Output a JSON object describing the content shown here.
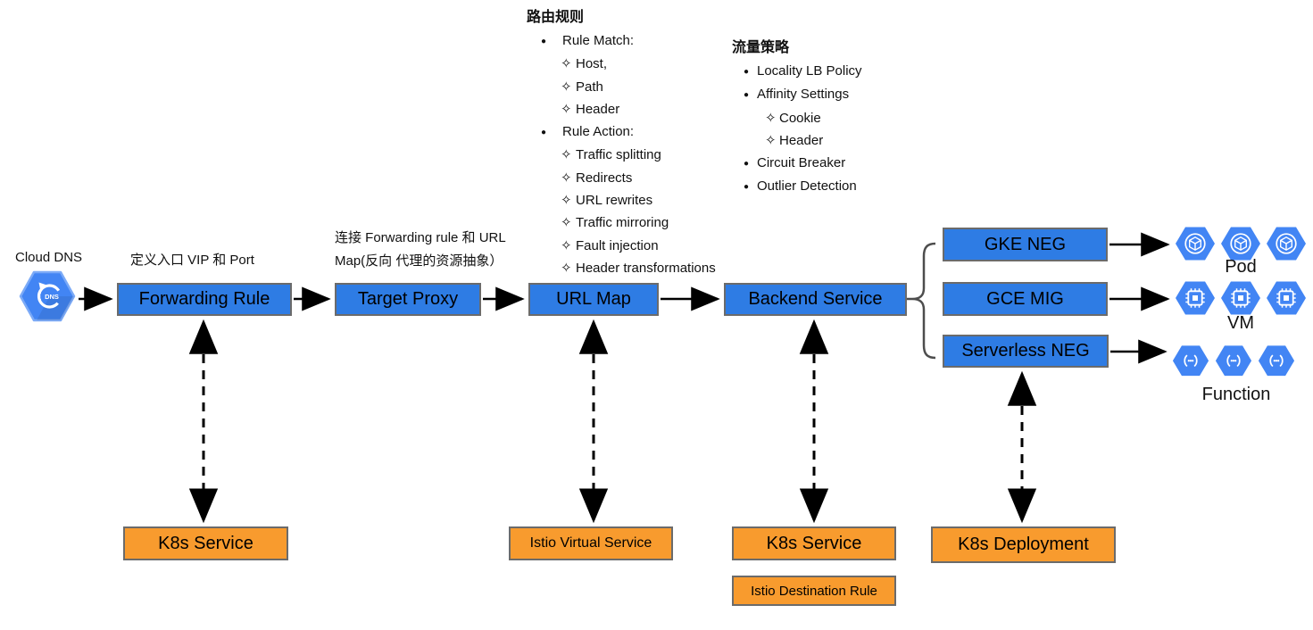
{
  "colors": {
    "box_blue": "#2e7ce4",
    "box_orange": "#f89b2e",
    "icon_blue": "#4285f4",
    "border_gray": "#6b6b6b",
    "arrow_black": "#000000"
  },
  "routing_rules": {
    "title": "路由规则",
    "items": [
      {
        "bullet": "●",
        "text": "Rule Match:"
      },
      {
        "bullet": "✧",
        "text": "Host,"
      },
      {
        "bullet": "✧",
        "text": "Path"
      },
      {
        "bullet": "✧",
        "text": "Header"
      },
      {
        "bullet": "●",
        "text": "Rule Action:"
      },
      {
        "bullet": "✧",
        "text": "Traffic splitting"
      },
      {
        "bullet": "✧",
        "text": "Redirects"
      },
      {
        "bullet": "✧",
        "text": "URL rewrites"
      },
      {
        "bullet": "✧",
        "text": "Traffic mirroring"
      },
      {
        "bullet": "✧",
        "text": "Fault injection"
      },
      {
        "bullet": "✧",
        "text": "Header transformations"
      }
    ]
  },
  "traffic_policy": {
    "title": "流量策略",
    "items": [
      {
        "bullet": "●",
        "text": "Locality LB Policy"
      },
      {
        "bullet": "●",
        "text": "Affinity Settings"
      },
      {
        "bullet": "✧",
        "text": "Cookie"
      },
      {
        "bullet": "✧",
        "text": "Header"
      },
      {
        "bullet": "●",
        "text": "Circuit Breaker"
      },
      {
        "bullet": "●",
        "text": "Outlier Detection"
      }
    ]
  },
  "flow": {
    "cloud_dns_label": "Cloud DNS",
    "cloud_dns_icon_text": "DNS",
    "forwarding_rule_note": "定义入口 VIP 和 Port",
    "target_proxy_note_line1": "连接 Forwarding rule 和 URL",
    "target_proxy_note_line2": "Map(反向 代理的资源抽象）",
    "forwarding_rule": "Forwarding Rule",
    "target_proxy": "Target Proxy",
    "url_map": "URL Map",
    "backend_service": "Backend Service",
    "gke_neg": "GKE NEG",
    "gce_mig": "GCE MIG",
    "serverless_neg": "Serverless NEG",
    "pod_label": "Pod",
    "vm_label": "VM",
    "function_label": "Function"
  },
  "k8s": {
    "k8s_service_left": "K8s Service",
    "istio_virtual_service": "Istio Virtual Service",
    "k8s_service_right": "K8s Service",
    "istio_destination_rule": "Istio Destination Rule",
    "k8s_deployment": "K8s Deployment"
  }
}
